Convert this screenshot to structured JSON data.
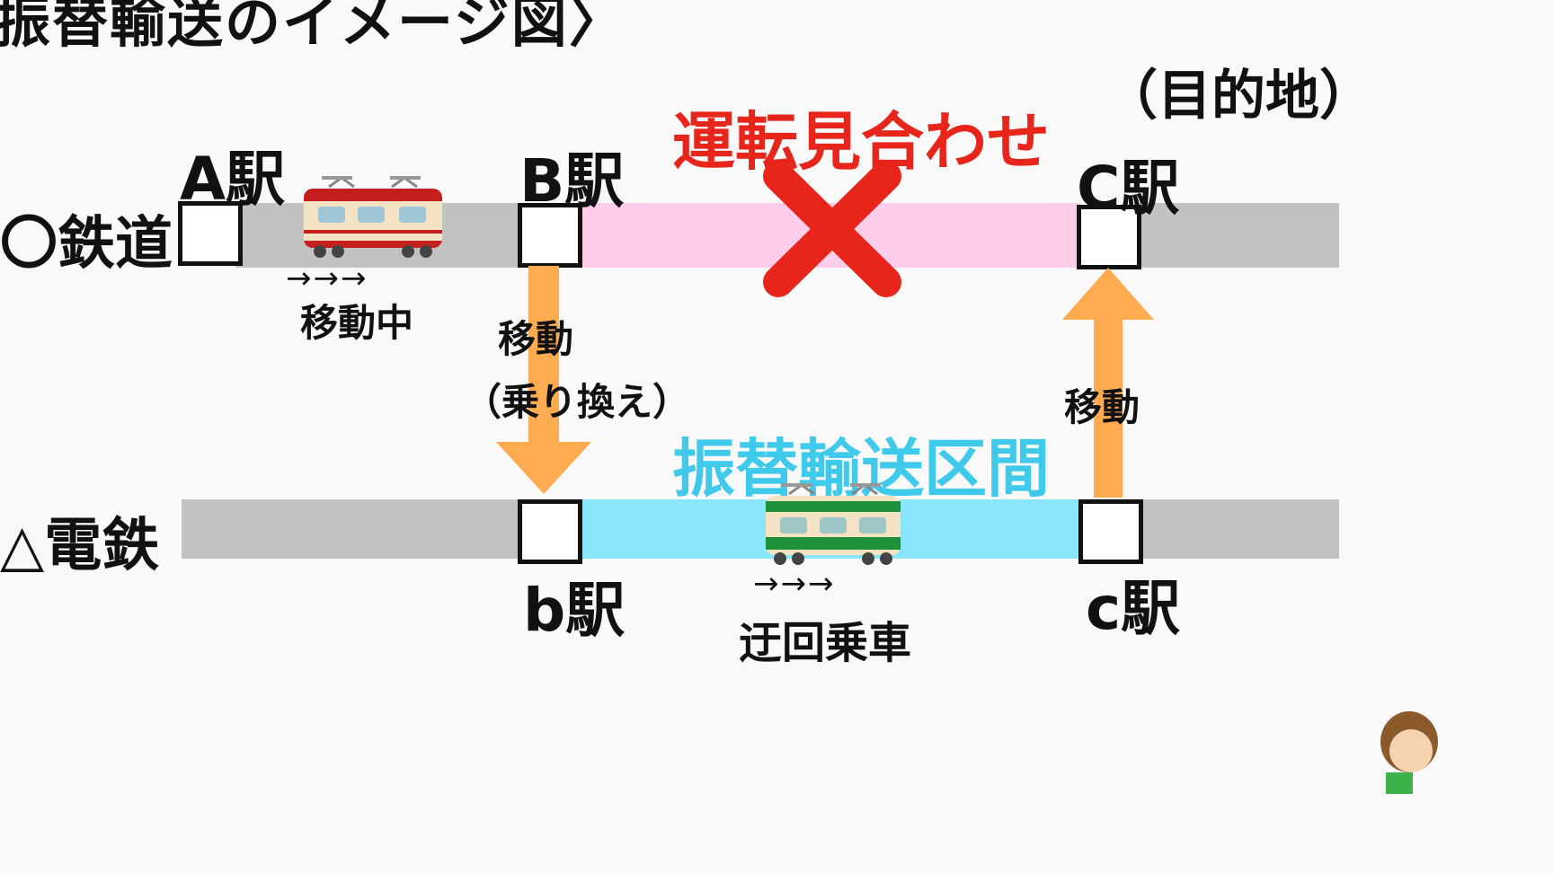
{
  "title": "振替輸送のイメージ図〉",
  "destination_note": "（目的地）",
  "suspended_label": "運転見合わせ",
  "transfer_section_label": "振替輸送区間",
  "lines": {
    "upper": {
      "name": "〇鉄道"
    },
    "lower": {
      "name": "△電鉄"
    }
  },
  "stations": {
    "A": "A駅",
    "B": "B駅",
    "C": "C駅",
    "b": "b駅",
    "c": "c駅"
  },
  "upper_train": {
    "arrows": "→→→",
    "caption": "移動中"
  },
  "lower_train": {
    "arrows": "→→→",
    "caption": "迂回乗車"
  },
  "transfer_down": {
    "line1": "移動",
    "line2": "（乗り換え）"
  },
  "transfer_up": {
    "label": "移動"
  },
  "colors": {
    "track_gray": "#c2c2c2",
    "suspended_pink": "#ffcde9",
    "transfer_blue": "#8ae6fa",
    "arrow_orange": "#ffab4f",
    "cross_red": "#e8251b",
    "suspended_text": "#e8251b",
    "transfer_text": "#3fc9ea",
    "upper_train_red": "#c41e1e",
    "lower_train_green": "#1f8f3a",
    "train_cream": "#f3e3c3"
  },
  "icons": {
    "cross": "cross-icon",
    "upper_train": "train-icon",
    "lower_train": "train-icon",
    "down_arrow": "arrow-down-icon",
    "up_arrow": "arrow-up-icon"
  }
}
